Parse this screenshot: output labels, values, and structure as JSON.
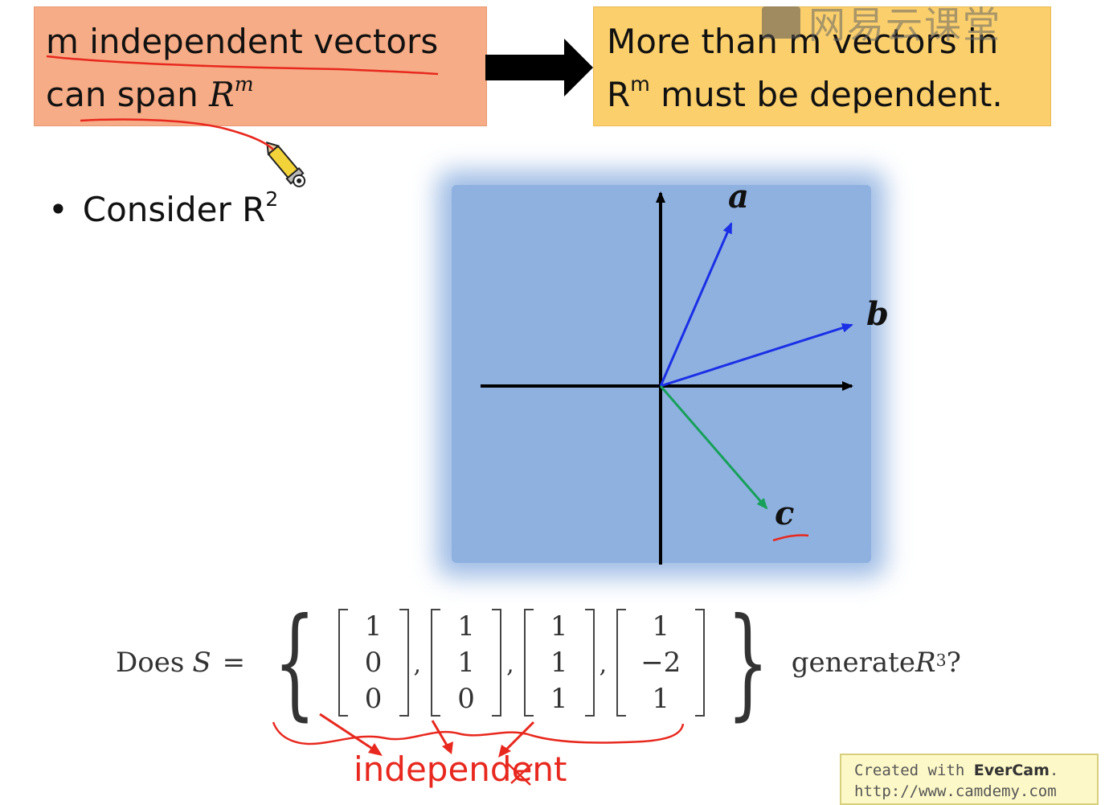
{
  "left_box": {
    "line1": "m independent vectors",
    "line2_text": "can span ",
    "line2_math": "R",
    "line2_sup": "m",
    "color": "#f6ac86"
  },
  "right_box": {
    "line1": "More than m vectors in",
    "line2_base": "R",
    "line2_sup": "m",
    "line2_rest": " must be dependent.",
    "color": "#fbcf6c"
  },
  "watermark": {
    "text": "网易云课堂"
  },
  "bullet": {
    "symbol": "•",
    "text": "Consider R",
    "sup": "2"
  },
  "plot": {
    "background": "#8fb1e0",
    "vectors": [
      {
        "label": "a",
        "color": "#1a2fe6"
      },
      {
        "label": "b",
        "color": "#1a2fe6"
      },
      {
        "label": "c",
        "color": "#17a05a"
      }
    ]
  },
  "equation": {
    "prefix": "Does",
    "set_symbol": "S",
    "equals": "=",
    "vectors": [
      [
        "1",
        "0",
        "0"
      ],
      [
        "1",
        "1",
        "0"
      ],
      [
        "1",
        "1",
        "1"
      ],
      [
        "1",
        "−2",
        "1"
      ]
    ],
    "suffix_text": "generate ",
    "suffix_space": "R",
    "suffix_sup": "3",
    "suffix_q": "?"
  },
  "annotation": {
    "text": "independent",
    "color": "#e8281e"
  },
  "credit": {
    "line1_prefix": "Created with ",
    "line1_brand": "EverCam",
    "line1_suffix": ".",
    "line2": "http://www.camdemy.com"
  }
}
